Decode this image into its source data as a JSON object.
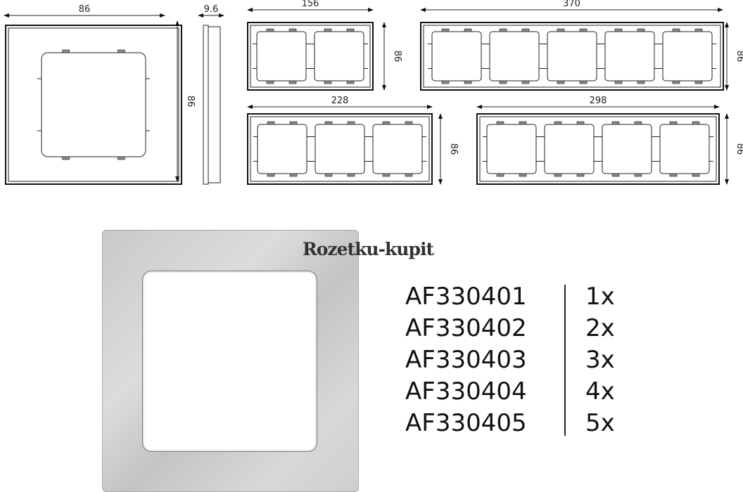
{
  "dimensions": {
    "single_width": "86",
    "single_height": "86",
    "depth": "9.6",
    "double_width": "156",
    "double_height": "86",
    "triple_width": "228",
    "triple_height": "86",
    "quad_width": "298",
    "quad_height": "86",
    "five_width": "370",
    "five_height": "86"
  },
  "watermark": "Rozetku-kupit",
  "models": [
    {
      "code": "AF330401",
      "count": "1x"
    },
    {
      "code": "AF330402",
      "count": "2x"
    },
    {
      "code": "AF330403",
      "count": "3x"
    },
    {
      "code": "AF330404",
      "count": "4x"
    },
    {
      "code": "AF330405",
      "count": "5x"
    }
  ]
}
